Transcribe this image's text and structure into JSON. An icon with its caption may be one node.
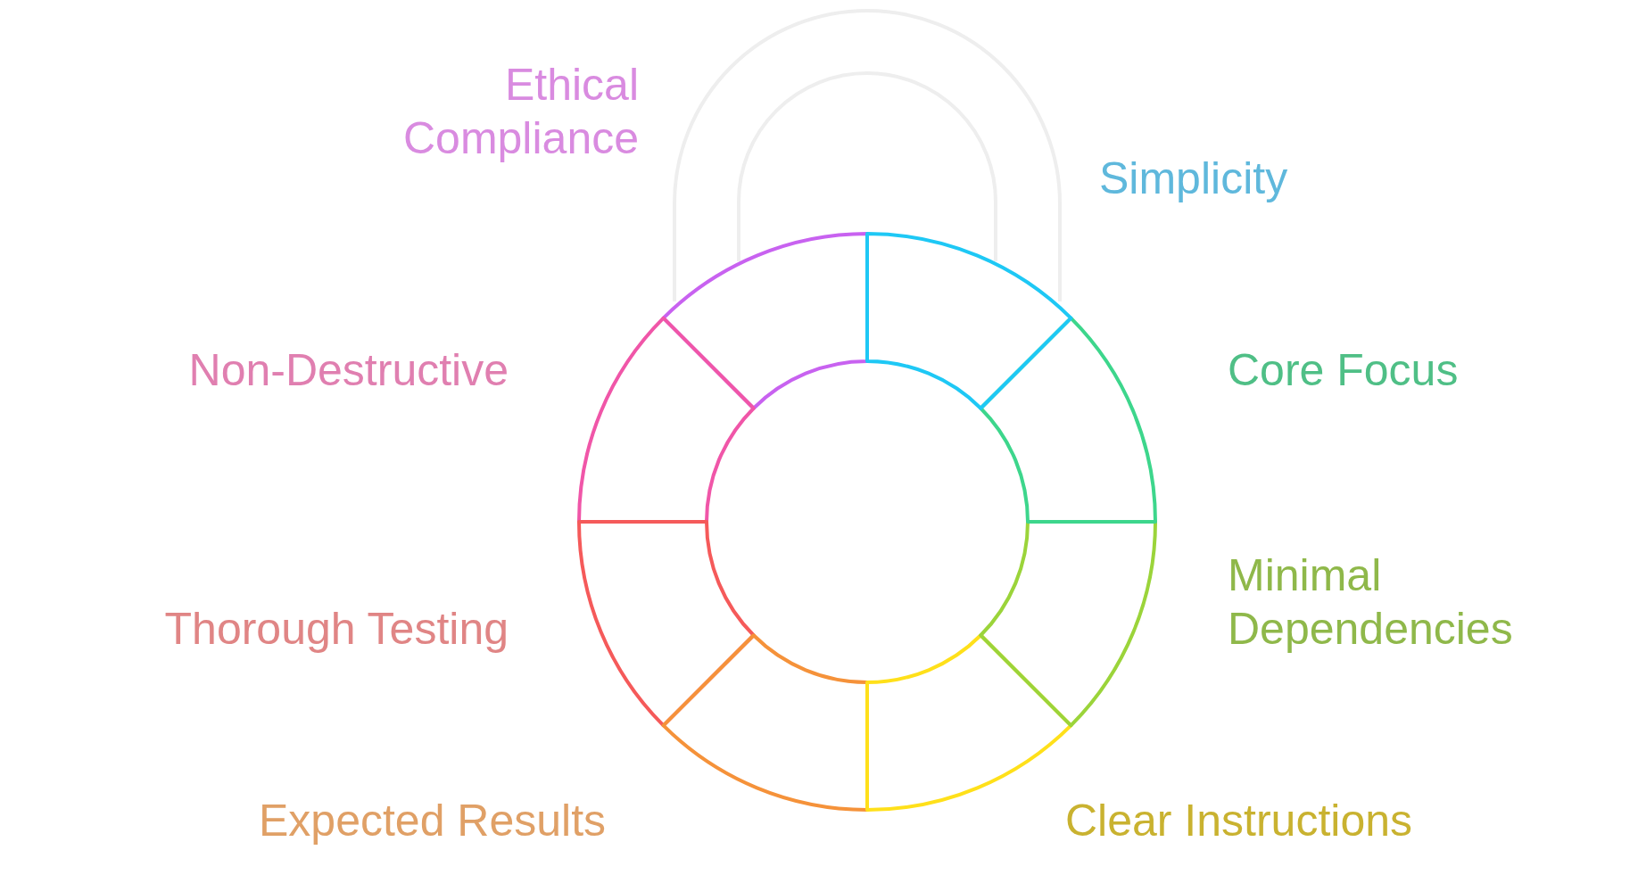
{
  "diagram": {
    "labels": [
      "Ethical Compliance",
      "Simplicity",
      "Non-Destructive",
      "Core Focus",
      "Thorough Testing",
      "Minimal Dependencies",
      "Expected Results",
      "Clear Instructions"
    ]
  }
}
